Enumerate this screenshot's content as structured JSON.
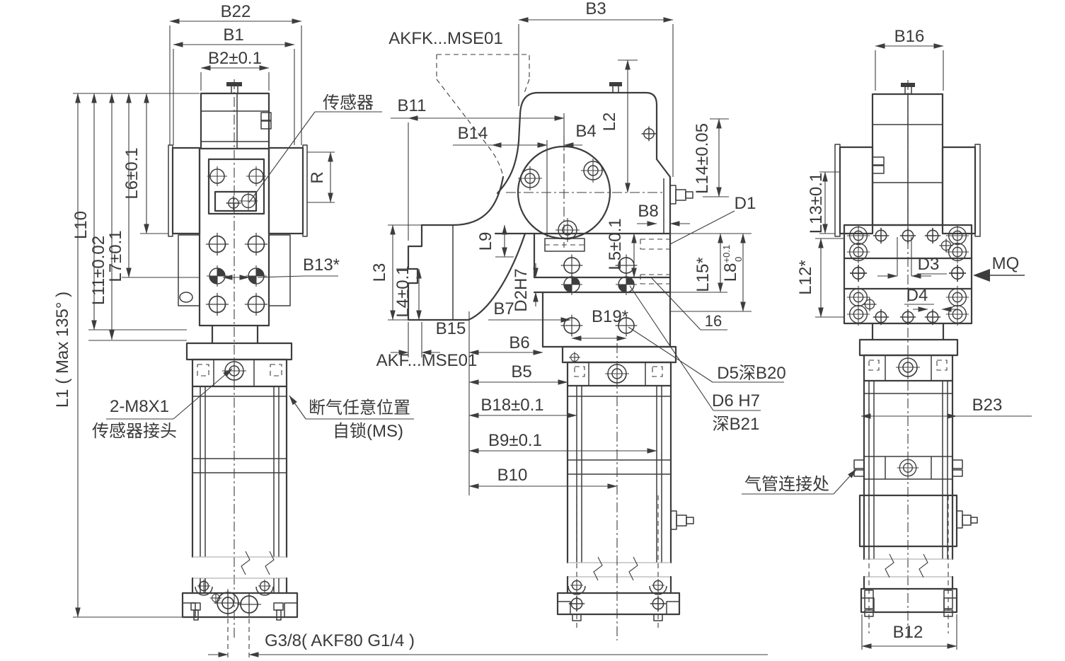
{
  "colors": {
    "line": "#3d3d3d",
    "background": "#ffffff",
    "break_line_gray": "#b3b3b3"
  },
  "front": {
    "b22": "B22",
    "b1": "B1",
    "b2": "B2±0.1",
    "sensor": "传感器",
    "l6": "L6±0.1",
    "r_dim": "R",
    "l10": "L10",
    "l11": "L11±0.02",
    "l7": "L7±0.1",
    "l1": "L1 ( Max 135° )",
    "b13": "B13*",
    "m8_line1": "2-M8X1",
    "m8_line2": "传感器接头",
    "ms_line1": "断气任意位置",
    "ms_line2": "自锁(MS)",
    "g38": "G3/8( AKF80 G1/4 )"
  },
  "side": {
    "b3": "B3",
    "akfk": "AKFK...MSE01",
    "b11": "B11",
    "b14": "B14",
    "b4": "B4",
    "l2": "L2",
    "l14": "L14±0.05",
    "b8": "B8",
    "d1": "D1",
    "l9": "L9",
    "l5": "L5±0.1",
    "l15": "L15*",
    "l8": "L8",
    "l8_sup": "+0.1",
    "l8_sub": "0",
    "l3": "L3",
    "l4": "L4±0.1",
    "d2": "D2H7",
    "b7": "B7",
    "b15": "B15",
    "b19": "B19*",
    "n16": "16",
    "akf": "AKF...MSE01",
    "b6": "B6",
    "b5": "B5",
    "d5": "D5深B20",
    "d6": "D6 H7",
    "d6b": "深B21",
    "b18": "B18±0.1",
    "b9": "B9±0.1",
    "b10": "B10"
  },
  "end": {
    "b16": "B16",
    "l13": "L13±0.1",
    "l12": "L12*",
    "d3": "D3",
    "mq": "MQ",
    "d4": "D4",
    "b23": "B23",
    "pipe": "气管连接处",
    "b12": "B12"
  }
}
